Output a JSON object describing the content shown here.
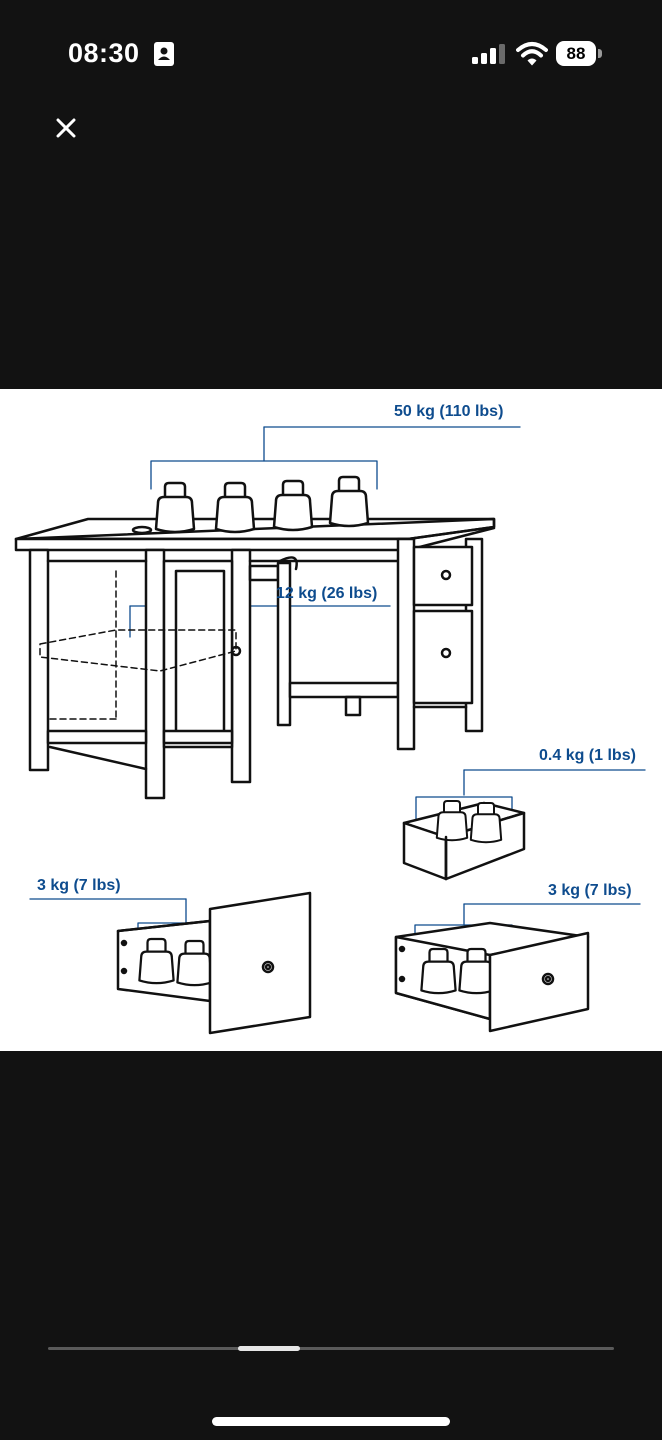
{
  "status_bar": {
    "time": "08:30",
    "battery_level": "88",
    "icons": [
      "contact-card-icon",
      "cellular-signal-icon",
      "wifi-icon",
      "battery-icon"
    ]
  },
  "viewer": {
    "close_icon": "close-icon",
    "scrub_position": 0.38
  },
  "image": {
    "description": "desk load-capacity illustration",
    "labels": {
      "tabletop": "50 kg (110 lbs)",
      "shelf": "12 kg (26 lbs)",
      "small_drawer": "0.4 kg (1 lbs)",
      "left_drawer": "3 kg (7 lbs)",
      "right_drawer": "3 kg (7 lbs)"
    },
    "accent_color": "#0e4c8e"
  }
}
